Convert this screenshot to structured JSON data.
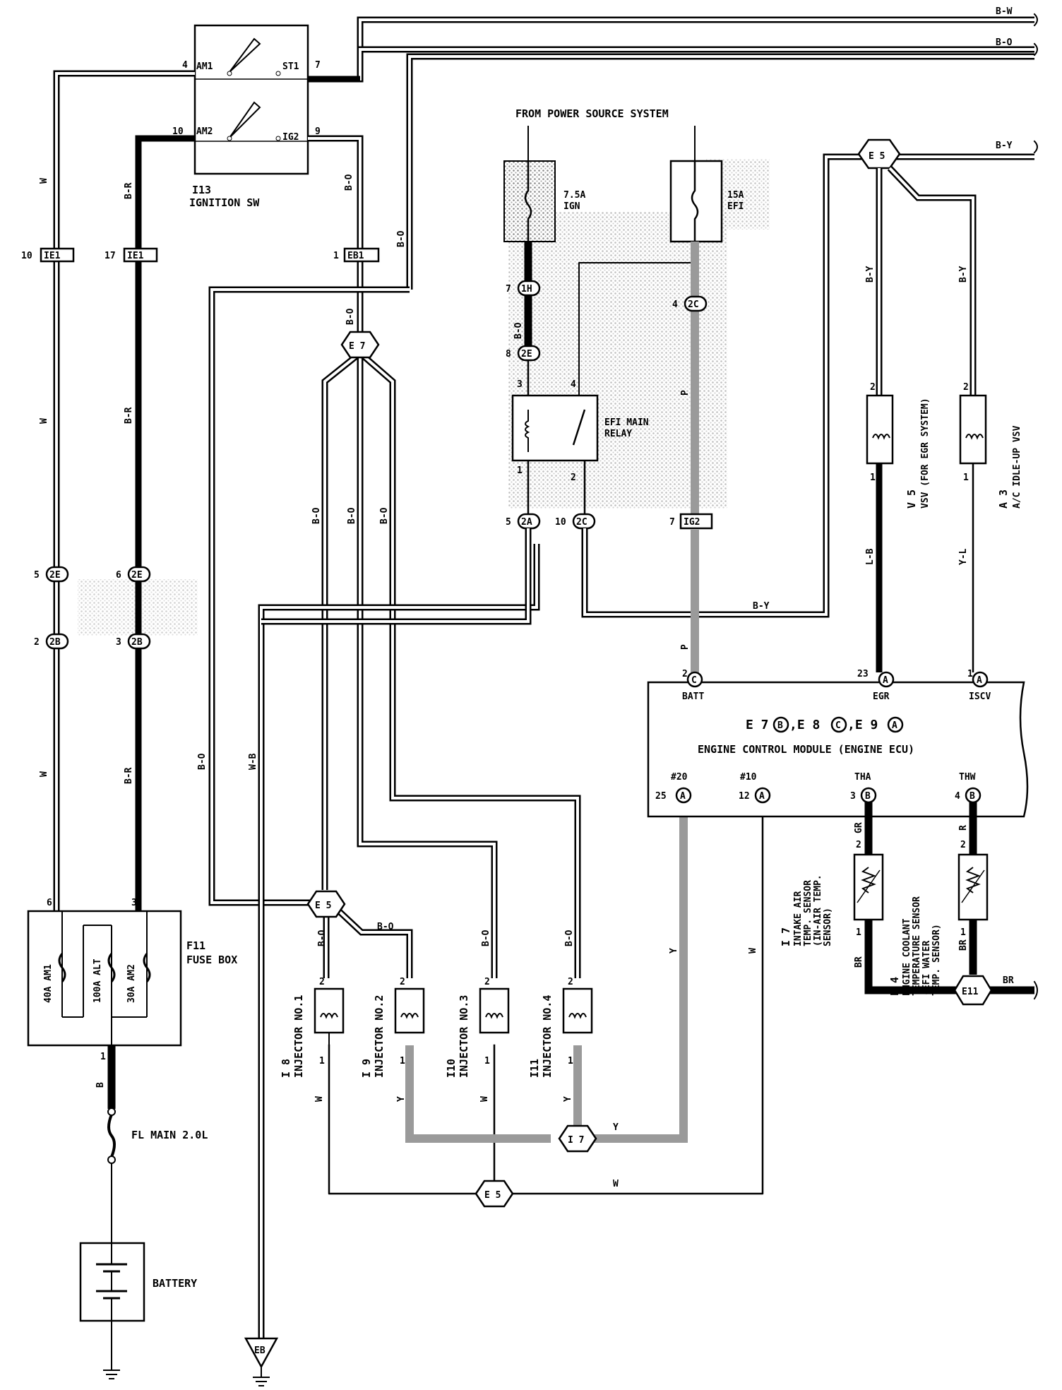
{
  "header": {
    "source": "FROM POWER SOURCE SYSTEM"
  },
  "wires": {
    "bw": "B-W",
    "bo": "B-O",
    "by": "B-Y",
    "br": "B-R",
    "w": "W",
    "y": "Y",
    "p": "P",
    "lb": "L-B",
    "yl": "Y-L",
    "wb": "W-B",
    "gr": "GR",
    "r": "R",
    "brw": "BR",
    "b": "B"
  },
  "switch": {
    "id": "I13",
    "name": "IGNITION SW",
    "am1": "AM1",
    "am2": "AM2",
    "st1": "ST1",
    "ig2": "IG2",
    "p4": "4",
    "p7": "7",
    "p10": "10",
    "p9": "9"
  },
  "connectors": {
    "ie1a": "IE1",
    "ie1a_pin": "10",
    "ie1b": "IE1",
    "ie1b_pin": "17",
    "eb1": "EB1",
    "eb1_pin": "1",
    "c2e_l": "2E",
    "c2e_l_pin": "5",
    "c2e_r": "2E",
    "c2e_r_pin": "6",
    "c2b_l": "2B",
    "c2b_l_pin": "2",
    "c2b_r": "2B",
    "c2b_r_pin": "3",
    "c1h": "1H",
    "c1h_pin": "7",
    "c2e": "2E",
    "c2e_pin": "8",
    "c2a": "2A",
    "c2a_pin": "5",
    "c2c": "2C",
    "c2c_pin": "10",
    "c2ctop": "2C",
    "c2ctop_pin": "4",
    "ig2": "IG2",
    "ig2_pin": "7"
  },
  "fuses": {
    "ign_amp": "7.5A",
    "ign": "IGN",
    "efi_amp": "15A",
    "efi": "EFI"
  },
  "relay": {
    "line1": "EFI MAIN",
    "line2": "RELAY",
    "p3": "3",
    "p4": "4",
    "p1": "1",
    "p2": "2"
  },
  "splices": {
    "e5top": "E 5",
    "e7": "E 7",
    "e5mid": "E 5",
    "e5bot": "E 5",
    "i7": "I 7",
    "e11": "E11",
    "eb": "EB"
  },
  "vsv": [
    {
      "id": "V 5",
      "name": "VSV (FOR EGR SYSTEM)",
      "p2": "2",
      "p1": "1"
    },
    {
      "id": "A 3",
      "name": "A/C IDLE-UP VSV",
      "p2": "2",
      "p1": "1"
    }
  ],
  "ecu": {
    "batt": "BATT",
    "egr": "EGR",
    "iscv": "ISCV",
    "n20": "#20",
    "n10": "#10",
    "tha": "THA",
    "thw": "THW",
    "conn_e7": "E 7",
    "conn_b": "B",
    "conn_e8": ",E 8",
    "conn_c": "C",
    "conn_e9": ",E 9",
    "conn_a": "A",
    "title": "ENGINE CONTROL MODULE (ENGINE ECU)",
    "pin_batt": "2",
    "pin_egr": "23",
    "pin_iscv": "1",
    "pin_20": "25",
    "pin_10": "12",
    "pin_tha": "3",
    "pin_thw": "4"
  },
  "sensors": [
    {
      "id": "I 7",
      "l1": "INTAKE AIR",
      "l2": "TEMP. SENSOR",
      "l3": "(IN-AIR TEMP.",
      "l4": "SENSOR)",
      "p2": "2",
      "p1": "1"
    },
    {
      "id": "E 4",
      "l1": "ENGINE COOLANT",
      "l2": "TEMPERATURE SENSOR",
      "l3": "(EFI WATER",
      "l4": "TEMP. SENSOR)",
      "p2": "2",
      "p1": "1"
    }
  ],
  "injectors": [
    {
      "id": "I 8",
      "name": "INJECTOR NO.1",
      "p2": "2",
      "p1": "1"
    },
    {
      "id": "I 9",
      "name": "INJECTOR NO.2",
      "p2": "2",
      "p1": "1"
    },
    {
      "id": "I10",
      "name": "INJECTOR NO.3",
      "p2": "2",
      "p1": "1"
    },
    {
      "id": "I11",
      "name": "INJECTOR NO.4",
      "p2": "2",
      "p1": "1"
    }
  ],
  "fusebox": {
    "id": "F11",
    "name": "FUSE BOX",
    "f1": "40A AM1",
    "f2": "100A ALT",
    "f3": "30A AM2",
    "p6": "6",
    "p3": "3",
    "p1": "1"
  },
  "main": {
    "fl": "FL MAIN 2.0L",
    "battery": "BATTERY"
  }
}
